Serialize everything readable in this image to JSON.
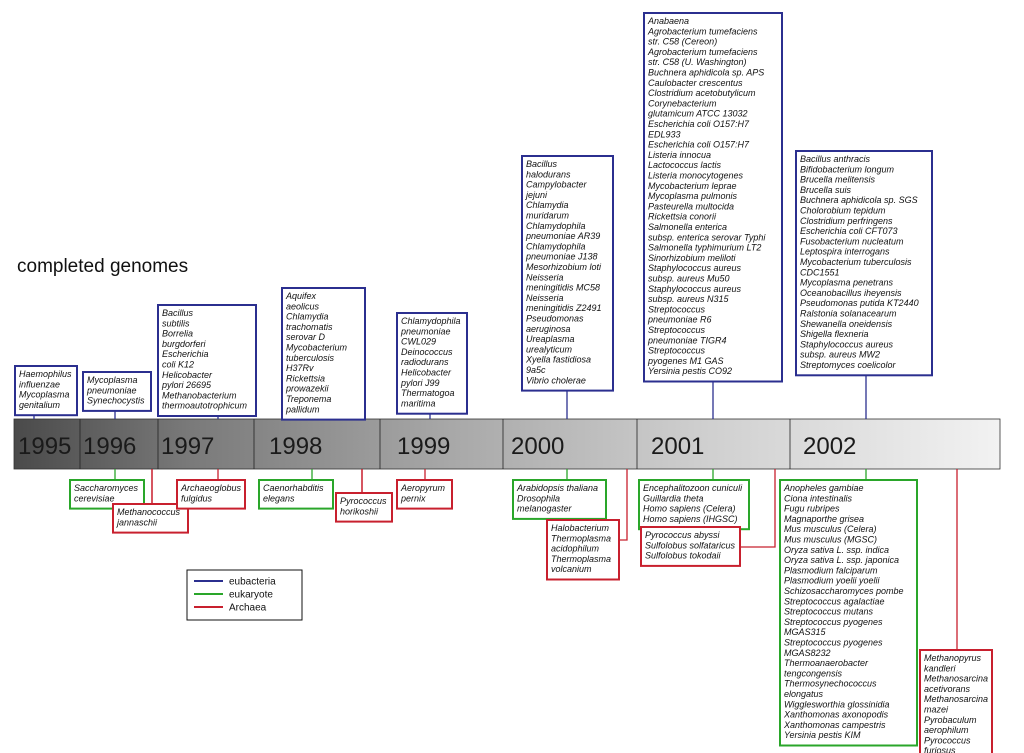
{
  "title": "completed genomes",
  "colors": {
    "eubacteria": "#2b2f8f",
    "eukaryote": "#2aa62a",
    "archaea": "#c8202e"
  },
  "legend": [
    {
      "key": "eubacteria",
      "label": "eubacteria"
    },
    {
      "key": "eukaryote",
      "label": "eukaryote"
    },
    {
      "key": "archaea",
      "label": "Archaea"
    }
  ],
  "years": [
    "1995",
    "1996",
    "1997",
    "1998",
    "1999",
    "2000",
    "2001",
    "2002"
  ],
  "groups": [
    {
      "year": "1995",
      "kind": "eubacteria",
      "lines": [
        "Haemophilus",
        "influenzae",
        "Mycoplasma",
        "genitalium"
      ]
    },
    {
      "year": "1996",
      "kind": "eubacteria",
      "lines": [
        "Mycoplasma",
        "pneumoniae",
        "Synechocystis"
      ]
    },
    {
      "year": "1997",
      "kind": "eubacteria",
      "lines": [
        "Bacillus",
        "subtilis",
        "Borrelia",
        "burgdorferi",
        "Escherichia",
        "coli K12",
        "Helicobacter",
        "pylori 26695",
        "Methanobacterium",
        "thermoautotrophicum"
      ]
    },
    {
      "year": "1998",
      "kind": "eubacteria",
      "lines": [
        "Aquifex",
        "aeolicus",
        "Chlamydia",
        "trachomatis",
        "serovar D",
        "Mycobacterium",
        "tuberculosis",
        "H37Rv",
        "Rickettsia",
        "prowazekii",
        "Treponema",
        "pallidum"
      ]
    },
    {
      "year": "1999",
      "kind": "eubacteria",
      "lines": [
        "Chlamydophila",
        "pneumoniae",
        "CWL029",
        "Deinococcus",
        "radiodurans",
        "Helicobacter",
        "pylori J99",
        "Thermatogoa",
        "maritima"
      ]
    },
    {
      "year": "2000",
      "kind": "eubacteria",
      "lines": [
        "Bacillus",
        "halodurans",
        "Campylobacter",
        "jejuni",
        "Chlamydia",
        "muridarum",
        "Chlamydophila",
        "pneumoniae AR39",
        "Chlamydophila",
        "pneumoniae J138",
        "Mesorhizobium loti",
        "Neisseria",
        "meningitidis MC58",
        "Neisseria",
        "meningitidis Z2491",
        "Pseudomonas",
        "aeruginosa",
        "Ureaplasma",
        "urealyticum",
        "Xyella fastidiosa",
        "9a5c",
        "Vibrio cholerae"
      ]
    },
    {
      "year": "2001",
      "kind": "eubacteria",
      "lines": [
        "Anabaena",
        "Agrobacterium tumefaciens",
        "str. C58 (Cereon)",
        "Agrobacterium tumefaciens",
        "str. C58 (U. Washington)",
        "Buchnera aphidicola sp.  APS",
        "Caulobacter crescentus",
        "Clostridium acetobutylicum",
        "Corynebacterium",
        "glutamicum ATCC 13032",
        "Escherichia coli  O157:H7",
        "EDL933",
        "Escherichia coli  O157:H7",
        "Listeria innocua",
        "Lactococcus lactis",
        "Listeria monocytogenes",
        "Mycobacterium leprae",
        "Mycoplasma pulmonis",
        "Pasteurella multocida",
        "Rickettsia conorii",
        "Salmonella enterica",
        "subsp. enterica serovar Typhi",
        "Salmonella typhimurium LT2",
        "Sinorhizobium meliloti",
        "Staphylococcus aureus",
        "subsp. aureus Mu50",
        "Staphylococcus aureus",
        "subsp. aureus N315",
        "Streptococcus",
        "pneumoniae R6",
        "Streptococcus",
        "pneumoniae TIGR4",
        "Streptococcus",
        "pyogenes M1 GAS",
        "Yersinia pestis CO92"
      ]
    },
    {
      "year": "2002",
      "kind": "eubacteria",
      "lines": [
        "Bacillus anthracis",
        "Bifidobacterium longum",
        "Brucella melitensis",
        "Brucella suis",
        "Buchnera aphidicola sp.  SGS",
        "Cholorobium tepidum",
        "Clostridium perfringens",
        "Escherichia coli CFT073",
        "Fusobacterium nucleatum",
        "Leptospira  interrogans",
        "Mycobacterium tuberculosis",
        "CDC1551",
        "Mycoplasma penetrans",
        "Oceanobacillus iheyensis",
        "Pseudomonas putida KT2440",
        "Ralstonia solanacearum",
        "Shewanella oneidensis",
        "Shigella  flexneria",
        "Staphylococcus aureus",
        "subsp. aureus  MW2",
        "Streptomyces coelicolor"
      ]
    },
    {
      "year": "1996",
      "kind": "eukaryote",
      "lines": [
        "Saccharomyces",
        "cerevisiae"
      ]
    },
    {
      "year": "1996",
      "kind": "archaea",
      "lines": [
        "Methanococcus",
        "jannaschii"
      ]
    },
    {
      "year": "1997",
      "kind": "archaea",
      "lines": [
        "Archaeoglobus",
        "fulgidus"
      ]
    },
    {
      "year": "1998",
      "kind": "eukaryote",
      "lines": [
        "Caenorhabditis",
        "elegans"
      ]
    },
    {
      "year": "1998",
      "kind": "archaea",
      "lines": [
        "Pyrococcus",
        "horikoshii"
      ]
    },
    {
      "year": "1999",
      "kind": "archaea",
      "lines": [
        "Aeropyrum",
        "pernix"
      ]
    },
    {
      "year": "2000",
      "kind": "eukaryote",
      "lines": [
        "Arabidopsis thaliana",
        "Drosophila",
        "melanogaster"
      ]
    },
    {
      "year": "2000",
      "kind": "archaea",
      "lines": [
        "Halobacterium",
        "Thermoplasma",
        "acidophilum",
        "Thermoplasma",
        "volcanium"
      ]
    },
    {
      "year": "2001",
      "kind": "eukaryote",
      "lines": [
        "Encephalitozoon cuniculi",
        "Guillardia theta",
        "Homo sapiens (Celera)",
        "Homo sapiens (IHGSC)"
      ]
    },
    {
      "year": "2001",
      "kind": "archaea",
      "lines": [
        "Pyrococcus abyssi",
        "Sulfolobus solfataricus",
        "Sulfolobus tokodaii"
      ]
    },
    {
      "year": "2002",
      "kind": "eukaryote",
      "lines": [
        "Anopheles gambiae",
        "Ciona intestinalis",
        "Fugu rubripes",
        "Magnaporthe grisea",
        "Mus musculus (Celera)",
        "Mus musculus (MGSC)",
        "Oryza sativa L. ssp. indica",
        "Oryza sativa L. ssp. japonica",
        "Plasmodium falciparum",
        "Plasmodium yoelii yoelii",
        "Schizosaccharomyces pombe",
        "Streptococcus agalactiae",
        "Streptococcus mutans",
        "Streptococcus pyogenes",
        "MGAS315",
        "Streptococcus pyogenes",
        "MGAS8232",
        "Thermoanaerobacter",
        "tengcongensis",
        "Thermosynechococcus",
        "elongatus",
        "Wigglesworthia glossinidia",
        "Xanthomonas axonopodis",
        "Xanthomonas campestris",
        "Yersinia pestis KIM"
      ]
    },
    {
      "year": "2002",
      "kind": "archaea",
      "lines": [
        "Methanopyrus",
        "kandleri",
        "Methanosarcina",
        "acetivorans",
        "Methanosarcina",
        "mazei",
        "Pyrobaculum",
        "aerophilum",
        "Pyrococcus",
        "furiosus"
      ]
    }
  ]
}
